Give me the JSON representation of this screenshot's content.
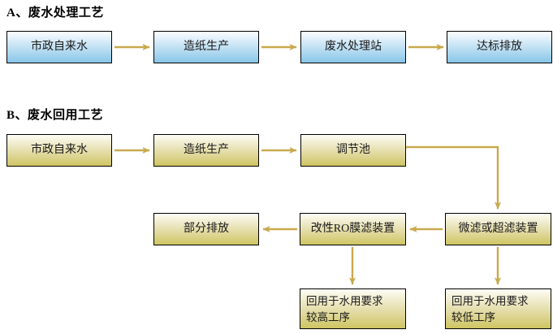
{
  "diagram": {
    "title_a": "A、废水处理工艺",
    "title_b": "B、废水回用工艺",
    "colors": {
      "blue_node_fill_top": "#fbfdfe",
      "blue_node_fill_bottom": "#88c4e8",
      "gold_node_fill_top": "#fdfdf6",
      "gold_node_fill_bottom": "#cec45f",
      "node_border": "#000000",
      "arrow": "#c9a94e",
      "text": "#1a1a1a",
      "background": "#ffffff"
    },
    "sections": [
      {
        "key": "a",
        "label": "A、废水处理工艺",
        "nodes": [
          {
            "id": "a1",
            "label": "市政自来水",
            "style": "blue"
          },
          {
            "id": "a2",
            "label": "造纸生产",
            "style": "blue"
          },
          {
            "id": "a3",
            "label": "废水处理站",
            "style": "blue"
          },
          {
            "id": "a4",
            "label": "达标排放",
            "style": "blue"
          }
        ],
        "edges": [
          {
            "from": "a1",
            "to": "a2",
            "type": "straight-right"
          },
          {
            "from": "a2",
            "to": "a3",
            "type": "straight-right"
          },
          {
            "from": "a3",
            "to": "a4",
            "type": "straight-right"
          }
        ]
      },
      {
        "key": "b",
        "label": "B、废水回用工艺",
        "nodes": [
          {
            "id": "b1",
            "label": "市政自来水",
            "style": "gold"
          },
          {
            "id": "b2",
            "label": "造纸生产",
            "style": "gold"
          },
          {
            "id": "b3",
            "label": "调节池",
            "style": "gold"
          },
          {
            "id": "b4",
            "label": "微滤或超滤装置",
            "style": "gold"
          },
          {
            "id": "b5",
            "label": "改性RO膜滤装置",
            "style": "gold"
          },
          {
            "id": "b6",
            "label": "部分排放",
            "style": "gold"
          },
          {
            "id": "b7",
            "label_line1": "回用于水用要求",
            "label_line2": "较高工序",
            "style": "gold"
          },
          {
            "id": "b8",
            "label_line1": "回用于水用要求",
            "label_line2": "较低工序",
            "style": "gold"
          }
        ],
        "edges": [
          {
            "from": "b1",
            "to": "b2",
            "type": "straight-right"
          },
          {
            "from": "b2",
            "to": "b3",
            "type": "straight-right"
          },
          {
            "from": "b3",
            "to": "b4",
            "type": "elbow-right-down"
          },
          {
            "from": "b4",
            "to": "b5",
            "type": "straight-left"
          },
          {
            "from": "b5",
            "to": "b6",
            "type": "straight-left"
          },
          {
            "from": "b5",
            "to": "b7",
            "type": "straight-down"
          },
          {
            "from": "b4",
            "to": "b8",
            "type": "straight-down"
          }
        ]
      }
    ]
  }
}
